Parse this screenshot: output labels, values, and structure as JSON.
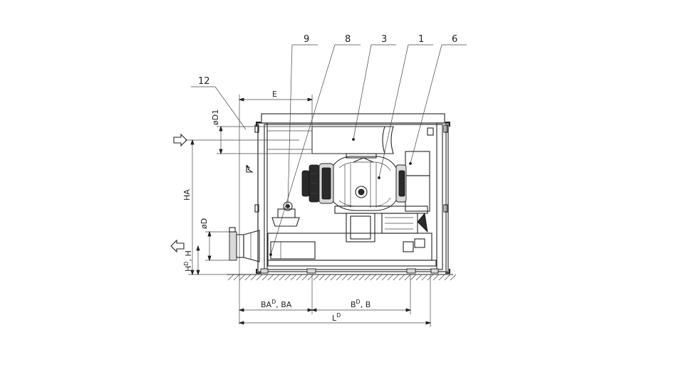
{
  "callouts": {
    "c9": "9",
    "c8": "8",
    "c3": "3",
    "c1": "1",
    "c6": "6",
    "c12": "12"
  },
  "dimensions": {
    "E": "E",
    "D1": "øD1",
    "HA": "HA",
    "D": "øD",
    "H": "H",
    "H_sup": "D",
    "H_after": ", H",
    "BA_main": "BA",
    "BA_sup": "D",
    "BA_after": ", BA",
    "B_main": "B",
    "B_sup": "D",
    "B_after": ", B",
    "L_main": "L",
    "L_sup": "D"
  }
}
